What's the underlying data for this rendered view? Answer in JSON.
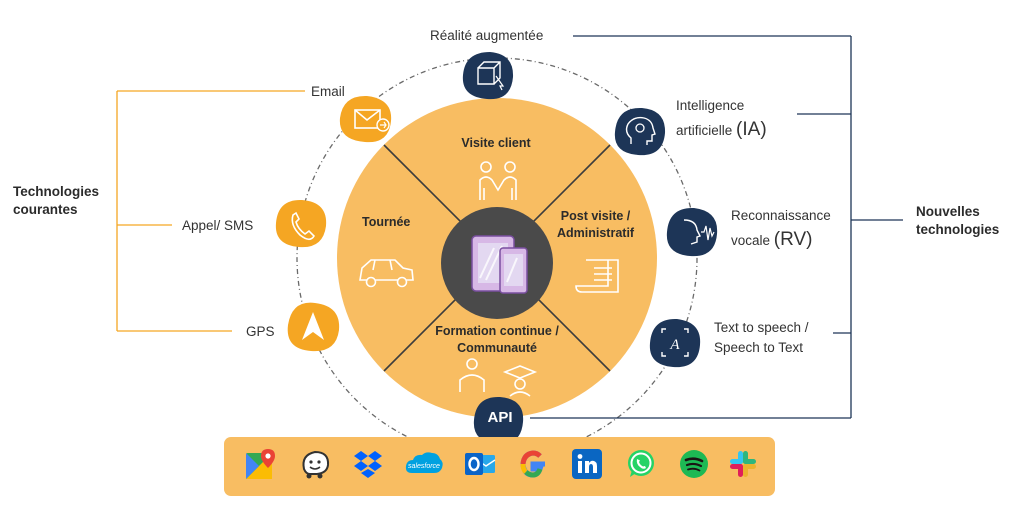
{
  "colors": {
    "orange": "#f8bd62",
    "orange_dark": "#f5a623",
    "navy": "#1d3557",
    "center_dark": "#4a4a4a"
  },
  "groups": {
    "left": [
      "Technologies",
      "courantes"
    ],
    "right": [
      "Nouvelles",
      "technologies"
    ]
  },
  "sectors": {
    "visite": "Visite client",
    "tournee": "Tournée",
    "post": [
      "Post visite /",
      "Administratif"
    ],
    "formation": [
      "Formation continue /",
      "Communauté"
    ]
  },
  "left_items": {
    "email": "Email",
    "appel": "Appel/ SMS",
    "gps": "GPS"
  },
  "right_items": {
    "realite": "Réalité augmentée",
    "ia_line1": "Intelligence",
    "ia_line2": "artificielle",
    "ia_abbr": "(IA)",
    "rv_line1": "Reconnaissance",
    "rv_line2": "vocale",
    "rv_abbr": "(RV)",
    "tts_line1": "Text to speech /",
    "tts_line2": "Speech to Text"
  },
  "api": "API",
  "apps": [
    {
      "icon": "google-maps-icon"
    },
    {
      "icon": "waze-icon"
    },
    {
      "icon": "dropbox-icon",
      "color": "#0061fe"
    },
    {
      "icon": "salesforce-icon",
      "color": "#00a1e0",
      "label": "salesforce"
    },
    {
      "icon": "outlook-icon",
      "color": "#0a64c8"
    },
    {
      "icon": "google-icon"
    },
    {
      "icon": "linkedin-icon",
      "color": "#0a66c2"
    },
    {
      "icon": "whatsapp-icon",
      "color": "#25d366"
    },
    {
      "icon": "spotify-icon",
      "color": "#1db954"
    },
    {
      "icon": "slack-icon"
    }
  ]
}
